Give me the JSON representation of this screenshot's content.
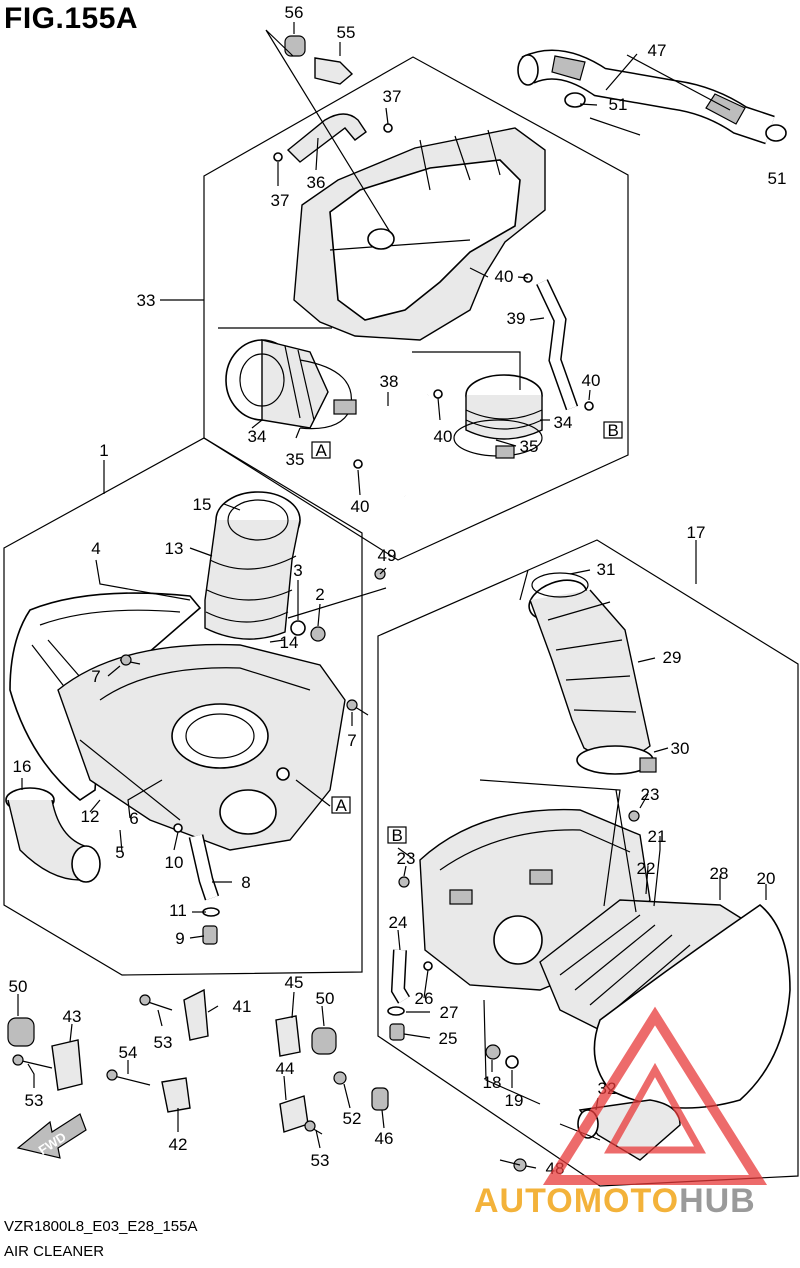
{
  "figure": {
    "title": "FIG.155A",
    "model_code": "VZR1800L8_E03_E28_155A",
    "name": "AIR CLEANER"
  },
  "callouts": {
    "c1": "1",
    "c2": "2",
    "c3": "3",
    "c4": "4",
    "c5": "5",
    "c6": "6",
    "c7a": "7",
    "c7b": "7",
    "c8": "8",
    "c9": "9",
    "c10": "10",
    "c11": "11",
    "c12": "12",
    "c13": "13",
    "c14": "14",
    "c15": "15",
    "c16": "16",
    "c17": "17",
    "c18": "18",
    "c19": "19",
    "c20": "20",
    "c21": "21",
    "c22": "22",
    "c23a": "23",
    "c23b": "23",
    "c24": "24",
    "c25": "25",
    "c26": "26",
    "c27": "27",
    "c28": "28",
    "c29": "29",
    "c30": "30",
    "c31": "31",
    "c32": "32",
    "c33": "33",
    "c34a": "34",
    "c34b": "34",
    "c35a": "35",
    "c35b": "35",
    "c36": "36",
    "c37a": "37",
    "c37b": "37",
    "c38": "38",
    "c39": "39",
    "c40a": "40",
    "c40b": "40",
    "c40c": "40",
    "c40d": "40",
    "c41": "41",
    "c42": "42",
    "c43": "43",
    "c44": "44",
    "c45": "45",
    "c46": "46",
    "c47": "47",
    "c48": "48",
    "c49": "49",
    "c50a": "50",
    "c50b": "50",
    "c51a": "51",
    "c51b": "51",
    "c52": "52",
    "c53a": "53",
    "c53b": "53",
    "c53c": "53",
    "c54": "54",
    "c55": "55",
    "c56": "56"
  },
  "reference_marks": {
    "a_top": "A",
    "a_mid": "A",
    "b_top": "B",
    "b_mid": "B"
  },
  "fwd_label": "FWD",
  "watermark": {
    "part1": "AUTOMOTO",
    "part2": "HUB",
    "color1": "#f3b23a",
    "color2": "#9a9a9a",
    "logo_color": "#e83a3a"
  }
}
